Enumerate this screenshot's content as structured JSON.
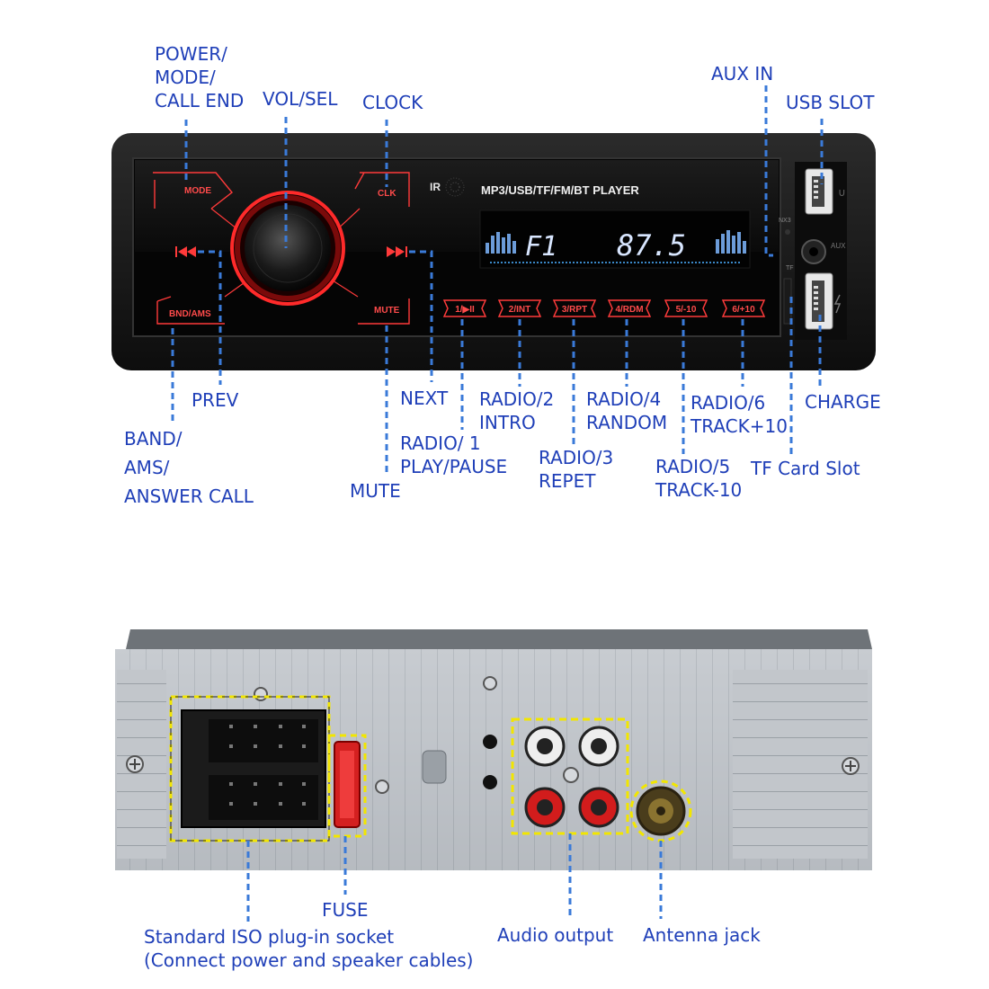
{
  "front": {
    "ir_label": "IR",
    "player_title": "MP3/USB/TF/FM/BT  PLAYER",
    "display_band": "F1",
    "display_freq": "87.5",
    "knob_top_left": "MODE",
    "knob_top_right": "CLK",
    "bnd_button": "BND/AMS",
    "mute_button": "MUTE",
    "preset_buttons": [
      "1/▶II",
      "2/INT",
      "3/RPT",
      "4/RDM",
      "5/-10",
      "6/+10"
    ],
    "aux_mark": "NX3",
    "tf_mark": "TF"
  },
  "front_labels": {
    "power_mode": [
      "POWER/",
      "MODE/",
      "CALL END"
    ],
    "vol_sel": "VOL/SEL",
    "clock": "CLOCK",
    "aux_in": "AUX IN",
    "usb_slot": "USB SLOT",
    "prev": "PREV",
    "next": "NEXT",
    "band_ams": [
      "BAND/",
      "AMS/",
      "ANSWER CALL"
    ],
    "mute": "MUTE",
    "radio1": [
      "RADIO/ 1",
      "PLAY/PAUSE"
    ],
    "radio2": [
      "RADIO/2",
      "INTRO"
    ],
    "radio3": [
      "RADIO/3",
      "REPET"
    ],
    "radio4": [
      "RADIO/4",
      "RANDOM"
    ],
    "radio5": [
      "RADIO/5",
      "TRACK-10"
    ],
    "radio6": [
      "RADIO/6",
      "TRACK+10"
    ],
    "charge": "CHARGE",
    "tf_card_slot": "TF Card Slot"
  },
  "rear_labels": {
    "fuse": "FUSE",
    "iso_socket": [
      "Standard ISO plug-in socket",
      "(Connect power and speaker cables)"
    ],
    "audio_output": "Audio output",
    "antenna_jack": "Antenna jack"
  },
  "colors": {
    "label_blue": "#1f3fb8",
    "leader_blue": "#3a7ad8",
    "button_red": "#ff3b3b",
    "panel_black": "#141414",
    "chassis_grey": "#b9bec4",
    "highlight_yellow": "#f2e600"
  }
}
